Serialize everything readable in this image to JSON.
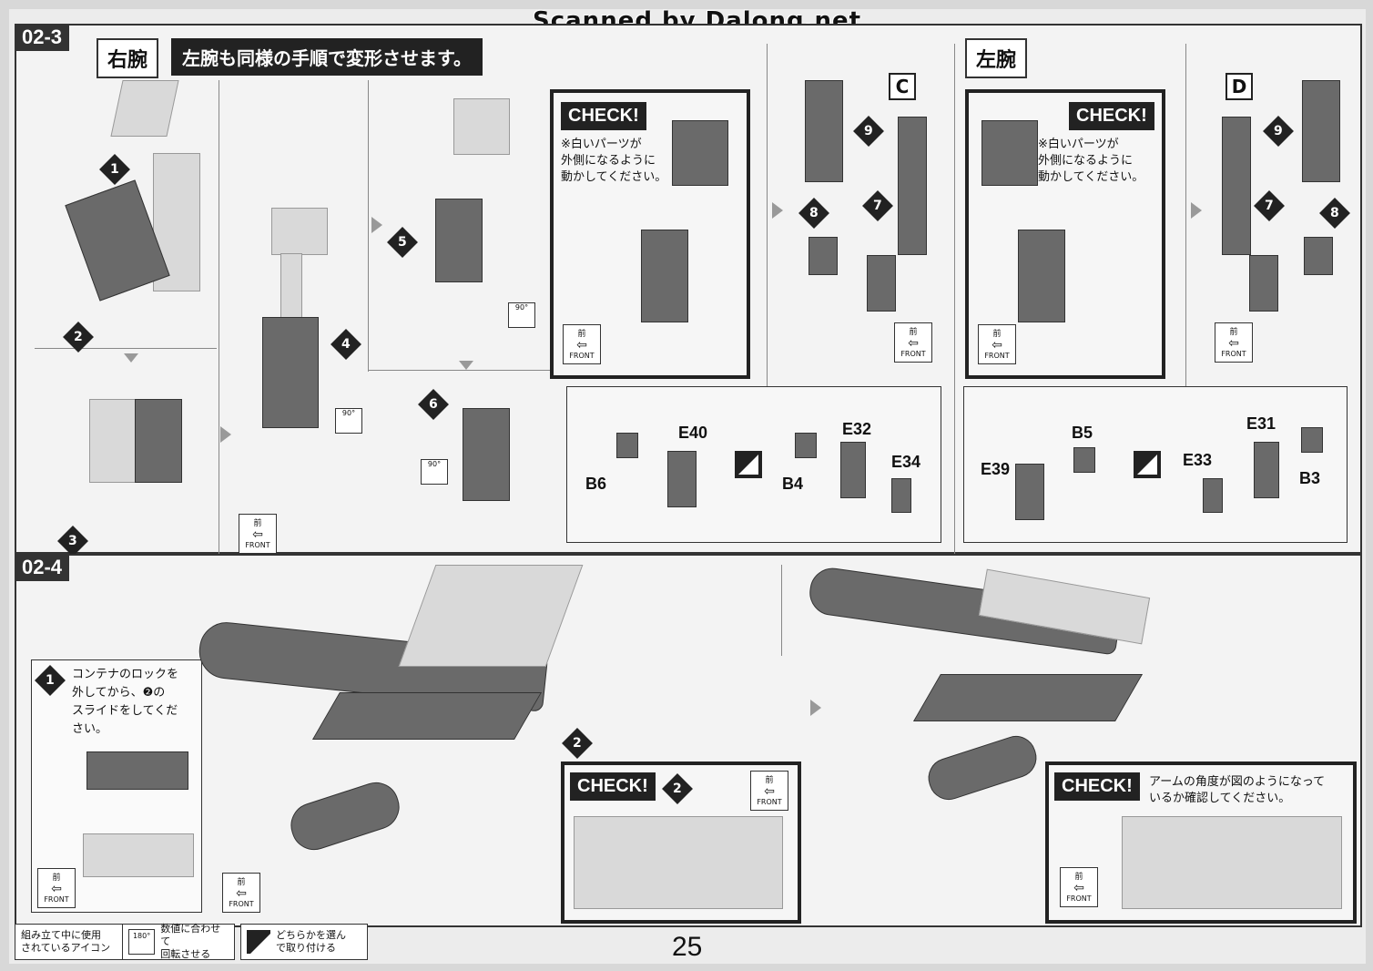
{
  "scan_credit": "Scanned by Dalong.net",
  "section_02_3": {
    "step_tag": "02-3",
    "right_arm_label": "右腕",
    "right_arm_title": "左腕も同様の手順で変形させます。",
    "left_arm_label": "左腕",
    "letter_c": "C",
    "letter_d": "D",
    "check_right": {
      "tag": "CHECK!",
      "note": "※白いパーツが\n外側になるように\n動かしてください。"
    },
    "check_left": {
      "tag": "CHECK!",
      "note": "※白いパーツが\n外側になるように\n動かしてください。"
    },
    "step_numbers": [
      "1",
      "2",
      "3",
      "4",
      "5",
      "6",
      "7",
      "8",
      "9"
    ],
    "rotate_label": "90°",
    "parts_right": {
      "b6": "B6",
      "e40": "E40",
      "b4": "B4",
      "e32": "E32",
      "e34": "E34"
    },
    "parts_left": {
      "b5": "B5",
      "e39": "E39",
      "e31": "E31",
      "e33": "E33",
      "b3": "B3"
    }
  },
  "section_02_4": {
    "step_tag": "02-4",
    "instruction": "コンテナのロックを\n外してから、❷の\nスライドをしてくだ\nさい。",
    "instruction_num": "1",
    "check_mid": {
      "tag": "CHECK!",
      "num": "2"
    },
    "check_right": {
      "tag": "CHECK!",
      "note": "アームの角度が図のようになって\nいるか確認してください。"
    }
  },
  "front_icon": {
    "kanji": "前",
    "text": "FRONT"
  },
  "footer": {
    "legend_title": "組み立て中に使用\nされているアイコン",
    "rotate_icon_label": "180°",
    "rotate_text": "数値に合わせて\n回転させる",
    "choose_text": "どちらかを選ん\nで取り付ける",
    "page_number": "25"
  }
}
